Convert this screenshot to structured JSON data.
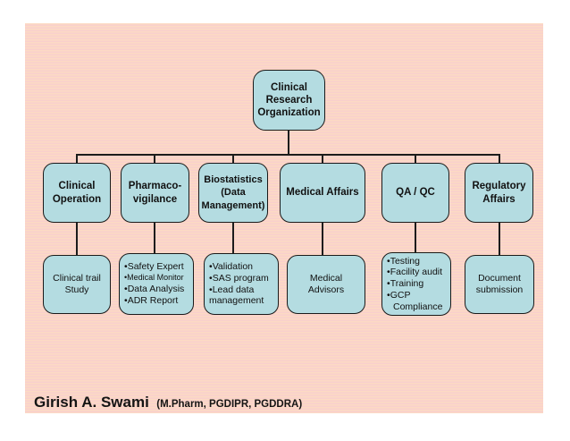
{
  "diagram": {
    "root": "Clinical Research Organization",
    "departments": [
      {
        "label": "Clinical Operation",
        "detail": "Clinical trail Study"
      },
      {
        "label": "Pharmaco-vigilance",
        "items": [
          "Safety Expert",
          "Medical Monitor",
          "Data Analysis",
          "ADR Report"
        ]
      },
      {
        "label": "Biostatistics (Data Management)",
        "items": [
          "Validation",
          "SAS program",
          "Lead data management"
        ]
      },
      {
        "label": "Medical Affairs",
        "detail": "Medical Advisors"
      },
      {
        "label": "QA / QC",
        "items": [
          "Testing",
          "Facility audit",
          "Training",
          "GCP Compliance"
        ]
      },
      {
        "label": "Regulatory Affairs",
        "detail": "Document submission"
      }
    ]
  },
  "footer": {
    "name": "Girish A. Swami",
    "credentials": "(M.Pharm, PGDIPR, PGDDRA)"
  },
  "colors": {
    "node_fill": "#b4dce1",
    "node_border": "#1a1a1a",
    "background_stripe_a": "#fcdac4",
    "background_stripe_b": "#f9d0cd",
    "text": "#141414"
  }
}
